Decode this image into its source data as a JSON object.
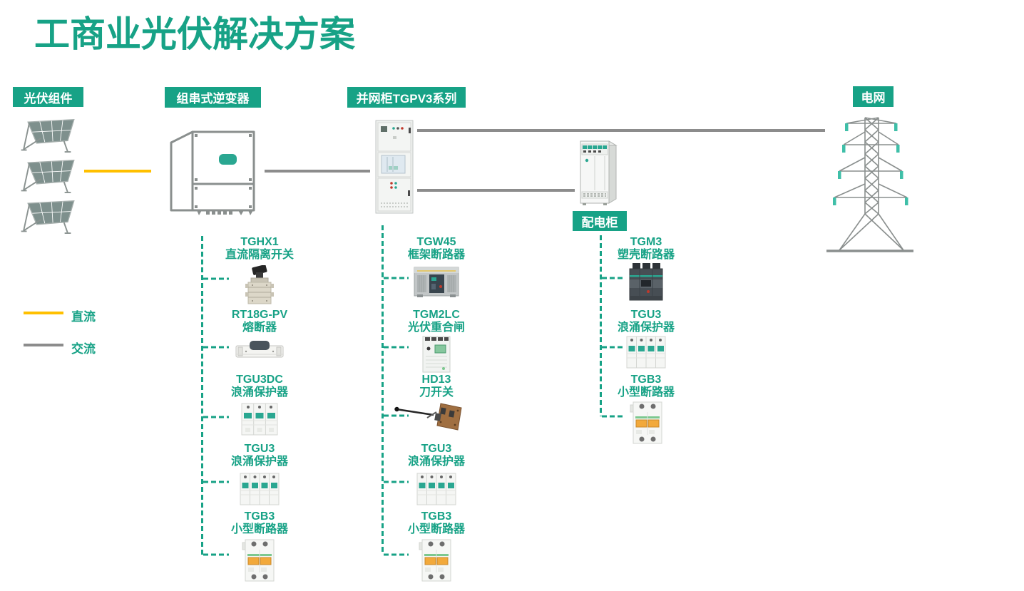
{
  "title": "工商业光伏解决方案",
  "tags": {
    "pv": "光伏组件",
    "inverter": "组串式逆变器",
    "grid_cabinet": "并网柜TGPV3系列",
    "dist_cabinet": "配电柜",
    "grid": "电网"
  },
  "legend": {
    "dc": {
      "label": "直流",
      "color": "#FFC000"
    },
    "ac": {
      "label": "交流",
      "color": "#8C8C8C"
    }
  },
  "colors": {
    "accent": "#17A286",
    "dc_line": "#FFC000",
    "ac_line": "#8C8C8C"
  },
  "columns": [
    {
      "source": "组串式逆变器",
      "items": [
        {
          "model": "TGHX1",
          "desc": "直流隔离开关",
          "icon": "dc-isolator-switch"
        },
        {
          "model": "RT18G-PV",
          "desc": "熔断器",
          "icon": "fuse-holder"
        },
        {
          "model": "TGU3DC",
          "desc": "浪涌保护器",
          "icon": "surge-protector-3p"
        },
        {
          "model": "TGU3",
          "desc": "浪涌保护器",
          "icon": "surge-protector-4p"
        },
        {
          "model": "TGB3",
          "desc": "小型断路器",
          "icon": "miniature-circuit-breaker"
        }
      ]
    },
    {
      "source": "并网柜TGPV3系列",
      "items": [
        {
          "model": "TGW45",
          "desc": "框架断路器",
          "icon": "air-frame-breaker"
        },
        {
          "model": "TGM2LC",
          "desc": "光伏重合闸",
          "icon": "pv-recloser"
        },
        {
          "model": "HD13",
          "desc": "刀开关",
          "icon": "knife-switch"
        },
        {
          "model": "TGU3",
          "desc": "浪涌保护器",
          "icon": "surge-protector-4p"
        },
        {
          "model": "TGB3",
          "desc": "小型断路器",
          "icon": "miniature-circuit-breaker"
        }
      ]
    },
    {
      "source": "配电柜",
      "items": [
        {
          "model": "TGM3",
          "desc": "塑壳断路器",
          "icon": "molded-case-breaker"
        },
        {
          "model": "TGU3",
          "desc": "浪涌保护器",
          "icon": "surge-protector-4p"
        },
        {
          "model": "TGB3",
          "desc": "小型断路器",
          "icon": "miniature-circuit-breaker"
        }
      ]
    }
  ]
}
